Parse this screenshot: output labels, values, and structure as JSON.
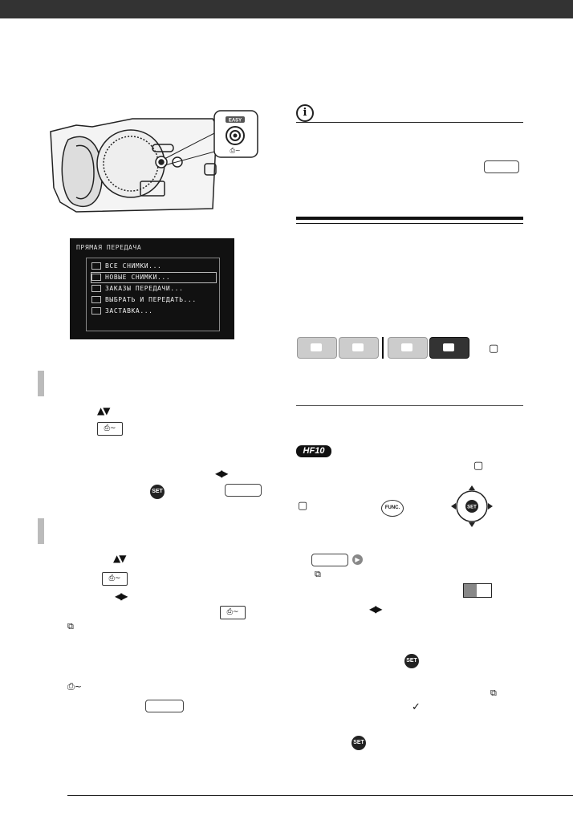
{
  "camera_figure": {
    "button_label": "EASY"
  },
  "lcd_menu": {
    "title": "ПРЯМАЯ ПЕРЕДАЧА",
    "items": [
      {
        "label": "ВСЕ СНИМКИ..."
      },
      {
        "label": "НОВЫЕ СНИМКИ..."
      },
      {
        "label": "ЗАКАЗЫ ПЕРЕДАЧИ..."
      },
      {
        "label": "ВЫБРАТЬ И ПЕРЕДАТЬ..."
      },
      {
        "label": "ЗАСТАВКА..."
      }
    ]
  },
  "badges": {
    "model": "HF10",
    "set": "SET",
    "func": "FUNC."
  }
}
